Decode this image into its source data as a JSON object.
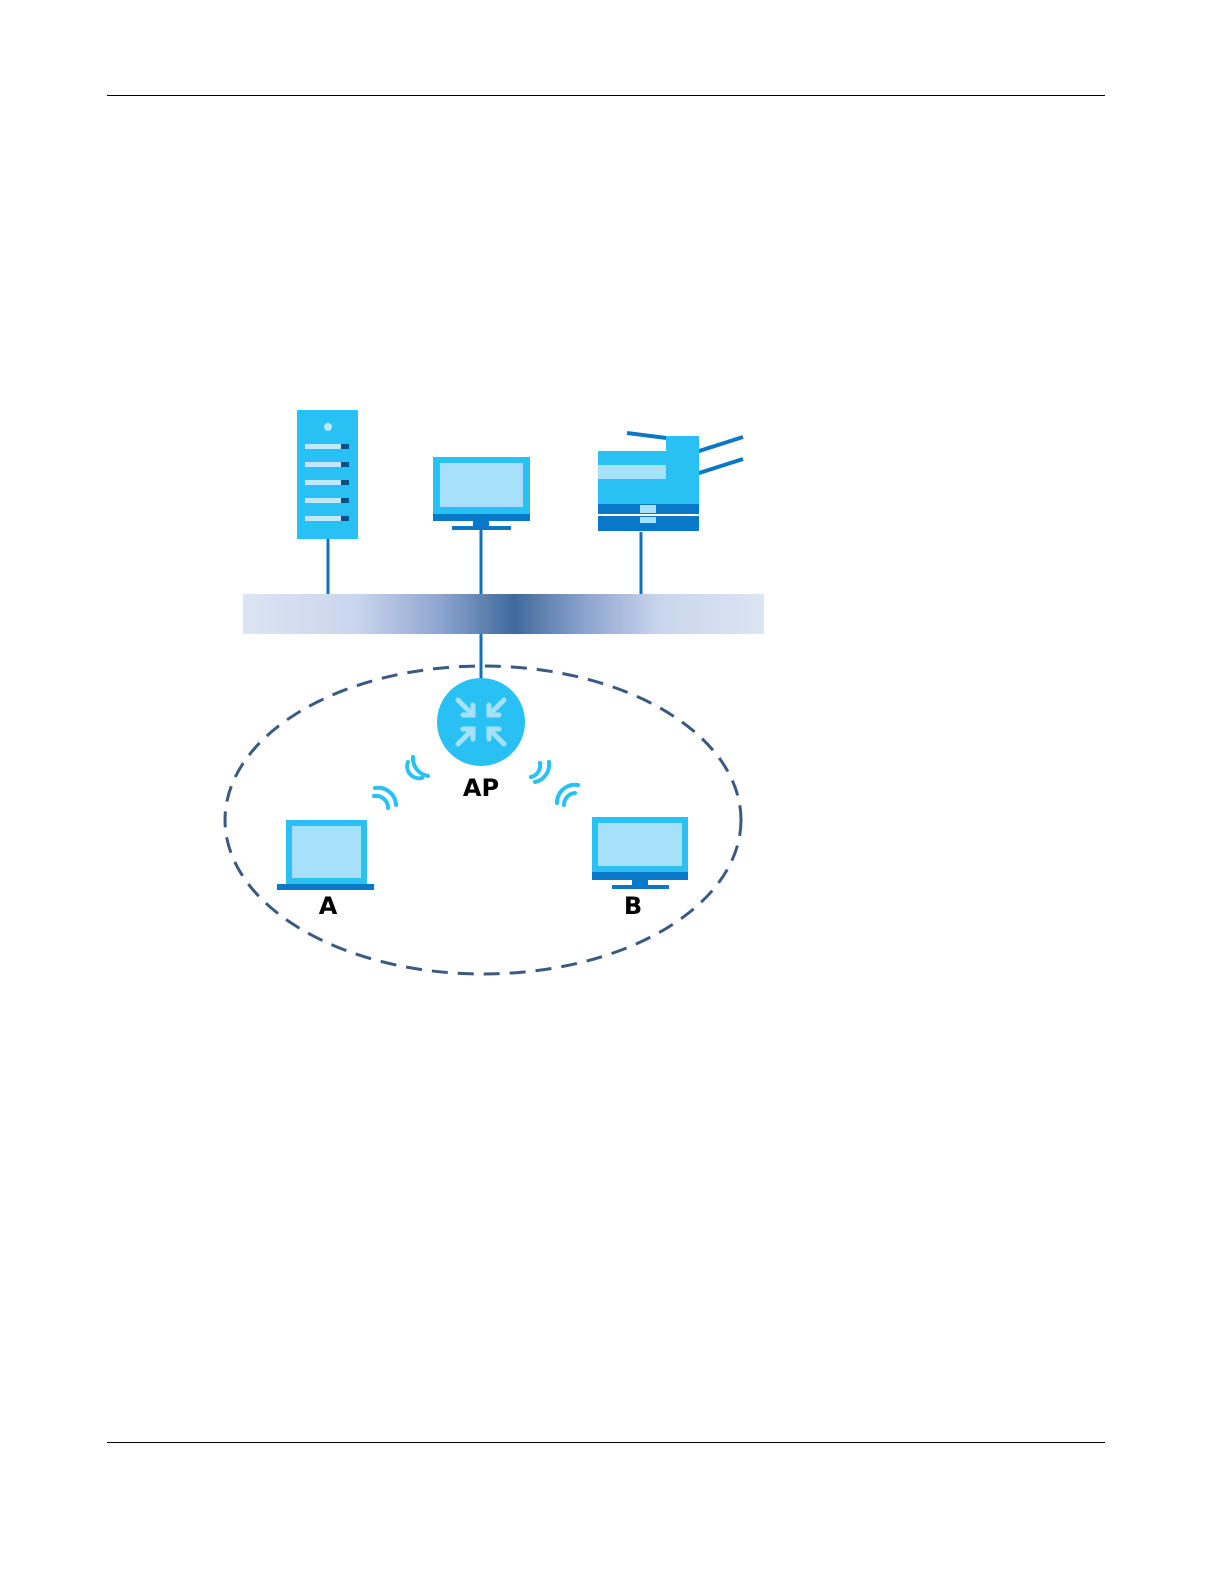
{
  "diagram": {
    "nodes": {
      "server": {
        "icon": "server-icon"
      },
      "desktop": {
        "icon": "desktop-monitor-icon"
      },
      "printer": {
        "icon": "printer-icon"
      },
      "access_point": {
        "icon": "access-point-icon",
        "label": "AP"
      },
      "client_a": {
        "icon": "laptop-icon",
        "label": "A"
      },
      "client_b": {
        "icon": "desktop-monitor-icon",
        "label": "B"
      }
    },
    "colors": {
      "device_fill": "#29c1f3",
      "device_dark": "#0a78c8",
      "screen": "#a6e1fa",
      "wire": "#1670b8",
      "backbone_center": "#3f6a9c",
      "backbone_edge": "#dde5f3",
      "boundary": "#3c5a80"
    }
  }
}
